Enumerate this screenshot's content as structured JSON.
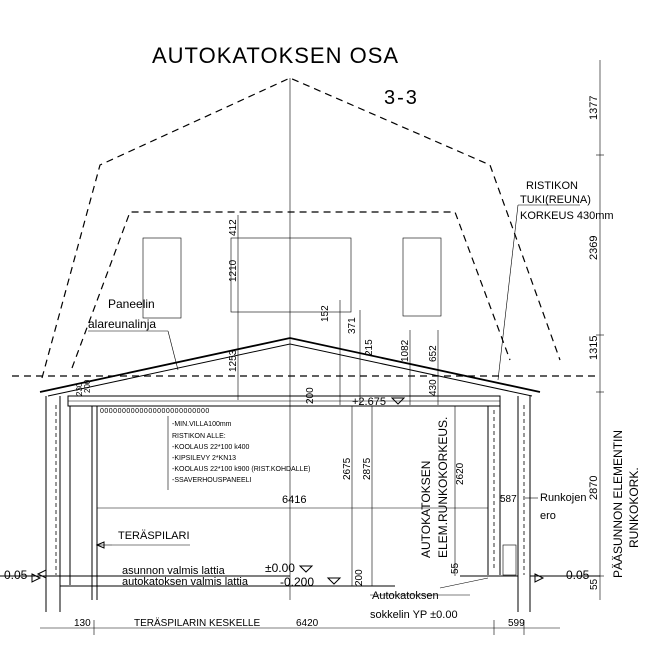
{
  "title": "AUTOKATOKSEN OSA",
  "section": "3-3",
  "right_dims": [
    "1377",
    "2369",
    "1315",
    "2870",
    "55"
  ],
  "vertical_dims_mid": [
    "412",
    "1210",
    "152",
    "371",
    "215",
    "1082",
    "652",
    "1253",
    "430",
    "200",
    "2675",
    "2875",
    "2620",
    "55",
    "200"
  ],
  "left_dims": [
    "230",
    "200"
  ],
  "callout_ristikon": [
    "RISTIKON",
    "TUKI(REUNA)",
    "KORKEUS  430mm"
  ],
  "callout_paneelin": [
    "Paneelin",
    "alareunalinja"
  ],
  "level_top": "+2.675",
  "notes": [
    "-MIN.VILLA100mm",
    "RISTIKON ALLE:",
    "-KOOLAUS 22*100 k400",
    "-KIPSILEVY 2*KN13",
    "-KOOLAUS 22*100 k900 (RIST.KOHDALLE)",
    "-SSAVERHOUSPANEELI"
  ],
  "width_6416": "6416",
  "dim_587": "587",
  "runkojen_ero": [
    "Runkojen",
    "ero"
  ],
  "teraspilari": "TERÄSPILARI",
  "autokatoksen_runko": [
    "AUTOKATOKSEN",
    "ELEM.RUNKOKORKEUS."
  ],
  "paasunnon": [
    "PÄÄSUNNON ELEMENTIN",
    "RUNKOKORK."
  ],
  "level_left": "-0.05",
  "level_right": "-0.05",
  "floor_asunnon": "asunnon valmis lattia",
  "floor_asunnon_val": "±0.00",
  "floor_auto": "autokatoksen valmis lattia",
  "floor_auto_val": "-0.200",
  "sokkeli": [
    "Autokatoksen",
    "sokkelin YP  ±0.00"
  ],
  "bottom_130": "130",
  "bottom_label": "TERÄSPILARIN KESKELLE",
  "bottom_6420": "6420",
  "bottom_599": "599"
}
